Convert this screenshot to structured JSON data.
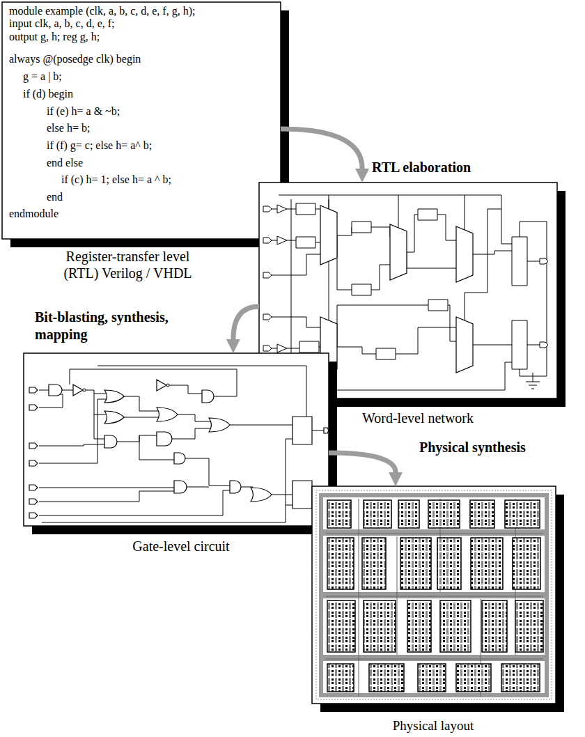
{
  "diagram": {
    "nodes": [
      {
        "text": [
          "module example (clk, a, b, c, d, e, f, g, h);",
          "input clk, a, b, c, d, e, f;",
          "output g, h; reg g, h;",
          "always @(posedge clk) begin",
          "g = a | b;",
          "if (d) begin",
          "if (e) h= a & ~b;",
          "else h= b;",
          "if (f) g= c; else h= a^ b;",
          "end else",
          "if (c) h= 1; else h= a ^ b;",
          "end",
          "endmodule",
          "Register-transfer level (RTL) Verilog / VHDL"
        ]
      },
      {
        "text": [
          "Word-level network"
        ]
      },
      {
        "text": [
          "Gate-level circuit"
        ]
      },
      {
        "text": [
          "Physical layout"
        ]
      }
    ],
    "edges": [
      {
        "from": 0,
        "to": 1,
        "label": "RTL elaboration",
        "arrow": "to"
      },
      {
        "from": 1,
        "to": 2,
        "label": "Bit-blasting, synthesis, mapping",
        "arrow": "to"
      },
      {
        "from": 2,
        "to": 3,
        "label": "Physical synthesis",
        "arrow": "to"
      }
    ]
  }
}
